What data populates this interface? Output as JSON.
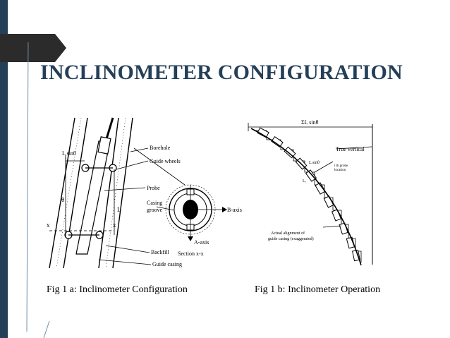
{
  "slide": {
    "title": "INCLINOMETER CONFIGURATION",
    "accent_color": "#243F58",
    "arrow_color": "#2B2B2B"
  },
  "fig_a": {
    "caption": "Fig 1 a: Inclinometer Configuration",
    "labels": {
      "lsin": "L sinθ",
      "theta": "θ",
      "L": "L",
      "x_left": "x",
      "x_right": "x",
      "borehole": "Borehole",
      "guide_wheels": "Guide wheels",
      "probe": "Probe",
      "casing": "Casing",
      "groove": "groove",
      "backfill": "Backfill",
      "guide_casing": "Guide casing",
      "a_axis": "A-axis",
      "b_axis": "B-axis",
      "section": "Section x-x"
    }
  },
  "fig_b": {
    "caption": "Fig 1 b: Inclinometer Operation",
    "labels": {
      "sum": "ΣL sinθ",
      "true_vertical": "True vertical",
      "lisin": "L sinθ",
      "probe_location_1": "i th probe",
      "probe_location_2": "location",
      "li": "Lᵢ",
      "actual_1": "Actual alignment of",
      "actual_2": "guide casing (exaggerated)"
    }
  }
}
